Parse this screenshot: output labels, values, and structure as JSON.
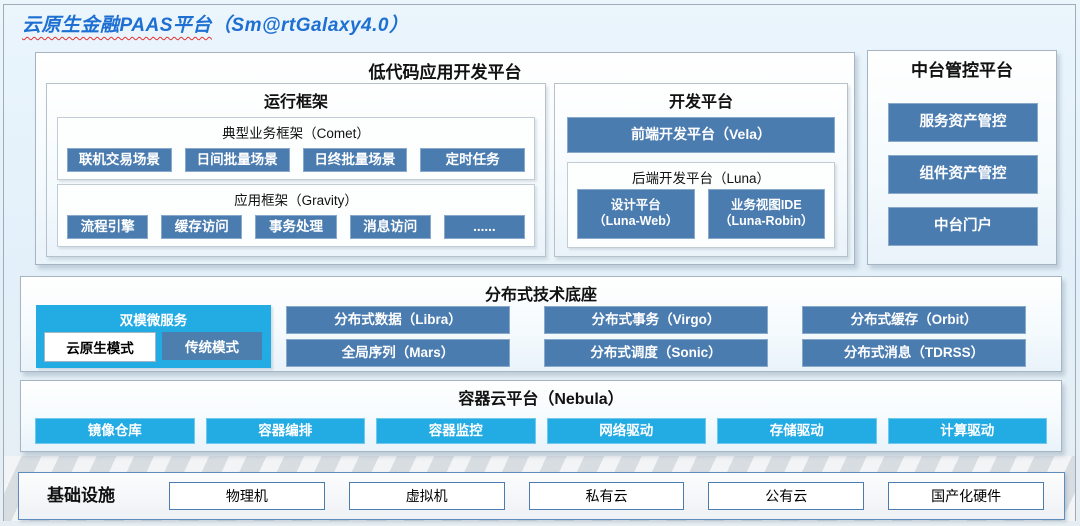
{
  "page": {
    "title_main": "云原生金融PAAS平台",
    "title_version": "（Sm@rtGalaxy4.0）"
  },
  "lowcode": {
    "title": "低代码应用开发平台",
    "runtime": {
      "title": "运行框架",
      "comet": {
        "title": "典型业务框架（Comet）",
        "items": [
          "联机交易场景",
          "日间批量场景",
          "日终批量场景",
          "定时任务"
        ]
      },
      "gravity": {
        "title": "应用框架（Gravity）",
        "items": [
          "流程引擎",
          "缓存访问",
          "事务处理",
          "消息访问",
          "......"
        ]
      }
    },
    "dev": {
      "title": "开发平台",
      "vela": "前端开发平台（Vela）",
      "luna": {
        "title": "后端开发平台（Luna）",
        "items": [
          {
            "line1": "设计平台",
            "line2": "（Luna-Web）"
          },
          {
            "line1": "业务视图IDE",
            "line2": "（Luna-Robin）"
          }
        ]
      }
    }
  },
  "midplatform": {
    "title": "中台管控平台",
    "items": [
      "服务资产管控",
      "组件资产管控",
      "中台门户"
    ]
  },
  "distributed": {
    "title": "分布式技术底座",
    "dualmode": {
      "title": "双模微服务",
      "modes": [
        "云原生模式",
        "传统模式"
      ]
    },
    "items": [
      [
        "分布式数据（Libra）",
        "分布式事务（Virgo）",
        "分布式缓存（Orbit）"
      ],
      [
        "全局序列（Mars）",
        "分布式调度（Sonic）",
        "分布式消息（TDRSS）"
      ]
    ]
  },
  "nebula": {
    "title": "容器云平台（Nebula）",
    "items": [
      "镜像仓库",
      "容器编排",
      "容器监控",
      "网络驱动",
      "存储驱动",
      "计算驱动"
    ]
  },
  "infrastructure": {
    "title": "基础设施",
    "items": [
      "物理机",
      "虚拟机",
      "私有云",
      "公有云",
      "国产化硬件"
    ]
  },
  "colors": {
    "steel_blue": "#4a7cb0",
    "cyan": "#23abe4",
    "title_blue": "#1e6fd2",
    "squiggle_red": "#e03131",
    "background": "#e8f4fb"
  }
}
